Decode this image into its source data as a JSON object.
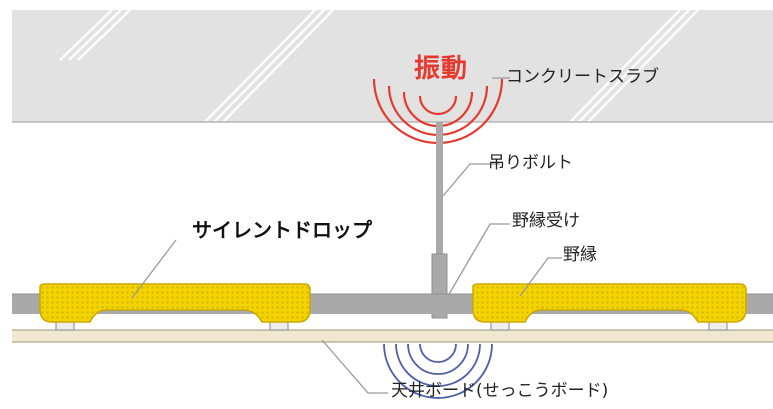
{
  "labels": {
    "vibration": "振動",
    "slab": "コンクリートスラブ",
    "bolt": "吊りボルト",
    "channel": "野縁受け",
    "furring": "野縁",
    "product": "サイレントドロップ",
    "board": "天井ボード(せっこうボード)"
  },
  "colors": {
    "slab": "#e2e2e2",
    "hatch": "#ffffff",
    "steel": "#a9a9a9",
    "pad": "#f3d400",
    "pad_dot": "#d7b800",
    "vibration": "#e43a2f",
    "sound_wave": "#4f5fa8",
    "leader": "#9a9a9a",
    "board": "#efe7cf"
  }
}
